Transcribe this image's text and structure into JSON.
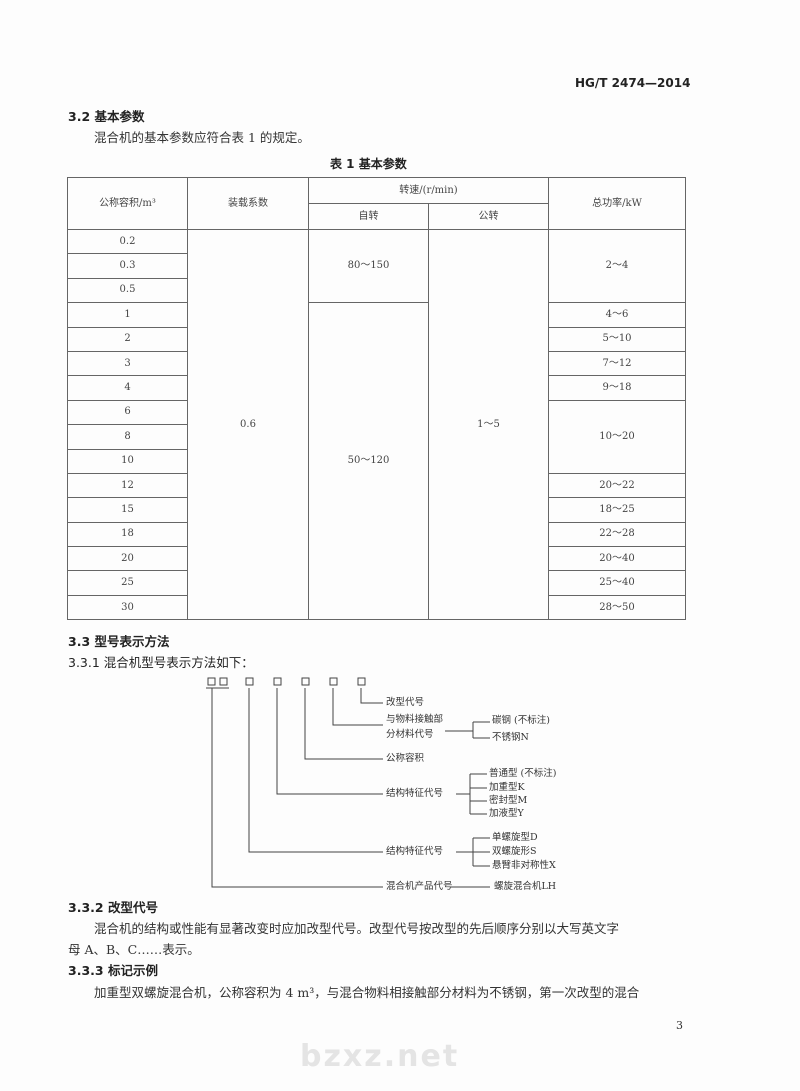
{
  "header": {
    "code": "HG/T 2474—2014"
  },
  "watermark": "bzxz.net",
  "s32": {
    "title": "3.2  基本参数",
    "text": "混合机的基本参数应符合表 1 的规定。"
  },
  "table": {
    "caption": "表 1  基本参数",
    "headers": {
      "volume": "公称容积/m³",
      "load": "装载系数",
      "speed": "转速/(r/min)",
      "self": "自转",
      "orbit": "公转",
      "power": "总功率/kW"
    },
    "volumes": [
      "0.2",
      "0.3",
      "0.5",
      "1",
      "2",
      "3",
      "4",
      "6",
      "8",
      "10",
      "12",
      "15",
      "18",
      "20",
      "25",
      "30"
    ],
    "load": "0.6",
    "self_a": "80～150",
    "self_b": "50～120",
    "orbit": "1～5",
    "power": [
      "2～4",
      "4～6",
      "5～10",
      "7～12",
      "9～18",
      "10～20",
      "20～22",
      "18～25",
      "22～28",
      "20～40",
      "25～40",
      "28～50"
    ]
  },
  "s33": {
    "title": "3.3  型号表示方法",
    "s331": "3.3.1  混合机型号表示方法如下：",
    "diagram": {
      "mod": "改型代号",
      "mat1": "与物料接触部",
      "mat2": "分材料代号",
      "mat_opts": [
        "碳钢 (不标注)",
        "不锈钢N"
      ],
      "vol": "公称容积",
      "struct1": "结构特征代号",
      "struct1_opts": [
        "普通型 (不标注)",
        "加重型K",
        "密封型M",
        "加液型Y"
      ],
      "struct2": "结构特征代号",
      "struct2_opts": [
        "单螺旋型D",
        "双螺旋形S",
        "悬臂非对称性X"
      ],
      "prod": "混合机产品代号",
      "prod_opt": "螺旋混合机LH"
    }
  },
  "s332": {
    "title": "3.3.2  改型代号",
    "text1": "混合机的结构或性能有显著改变时应加改型代号。改型代号按改型的先后顺序分别以大写英文字",
    "text2": "母 A、B、C……表示。"
  },
  "s333": {
    "title": "3.3.3  标记示例",
    "text": "加重型双螺旋混合机，公称容积为 4 m³，与混合物料相接触部分材料为不锈钢，第一次改型的混合"
  },
  "page_number": "3"
}
